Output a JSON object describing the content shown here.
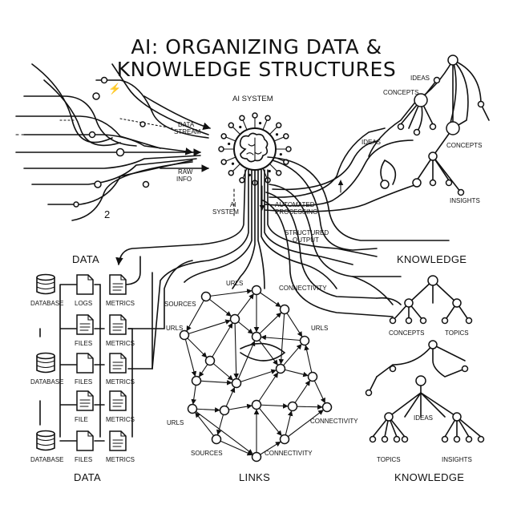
{
  "title": {
    "line1": "AI: ORGANIZING DATA &",
    "line2": "KNOWLEDGE STRUCTURES"
  },
  "center": {
    "label": "AI SYSTEM"
  },
  "flow_labels": {
    "data_stream_1": "DATA",
    "data_stream_2": "STREAM",
    "raw_info_1": "RAW",
    "raw_info_2": "INFO",
    "ai_system_1": "AI",
    "ai_system_2": "SYSTEM",
    "automated_1": "AUTOMATED",
    "automated_2": "PROCESSING",
    "structured_1": "STRUCTURED",
    "structured_2": "OUTPUT",
    "glyph_bolt": "⚡",
    "glyph_two": "2"
  },
  "sections": {
    "data_top": "DATA",
    "data_bottom": "DATA",
    "links": "LINKS",
    "knowledge_top": "KNOWLEDGE",
    "knowledge_bottom": "KNOWLEDGE"
  },
  "data_panel": {
    "rows": [
      {
        "a": "DATABASE",
        "b": "LOGS",
        "c": "METRICS"
      },
      {
        "a": "",
        "b": "FILES",
        "c": "METRICS"
      },
      {
        "a": "DATABASE",
        "b": "FILES",
        "c": "METRICS"
      },
      {
        "a": "",
        "b": "FILE",
        "c": "METRICS"
      },
      {
        "a": "DATABASE",
        "b": "FILES",
        "c": "METRICS"
      }
    ]
  },
  "network": {
    "urls_top": "URLS",
    "sources_top": "SOURCES",
    "urls_left": "URLS",
    "urls_right": "URLS",
    "urls_bottom": "URLS",
    "connectivity_top": "CONNECTIVITY",
    "connectivity_right": "CONNECTIVITY",
    "sources_bottom": "SOURCES",
    "connectivity_bottom": "CONNECTIVITY"
  },
  "knowledge_top_tree": {
    "ideas_top": "IDEAS",
    "concepts_top": "CONCEPTS",
    "ideas_left": "IDEAS",
    "concepts_right": "CONCEPTS",
    "insights": "INSIGHTS"
  },
  "knowledge_bottom_tree": {
    "concepts": "CONCEPTS",
    "topics_1": "TOPICS",
    "ideas": "IDEAS",
    "topics_2": "TOPICS",
    "insights": "INSIGHTS"
  }
}
